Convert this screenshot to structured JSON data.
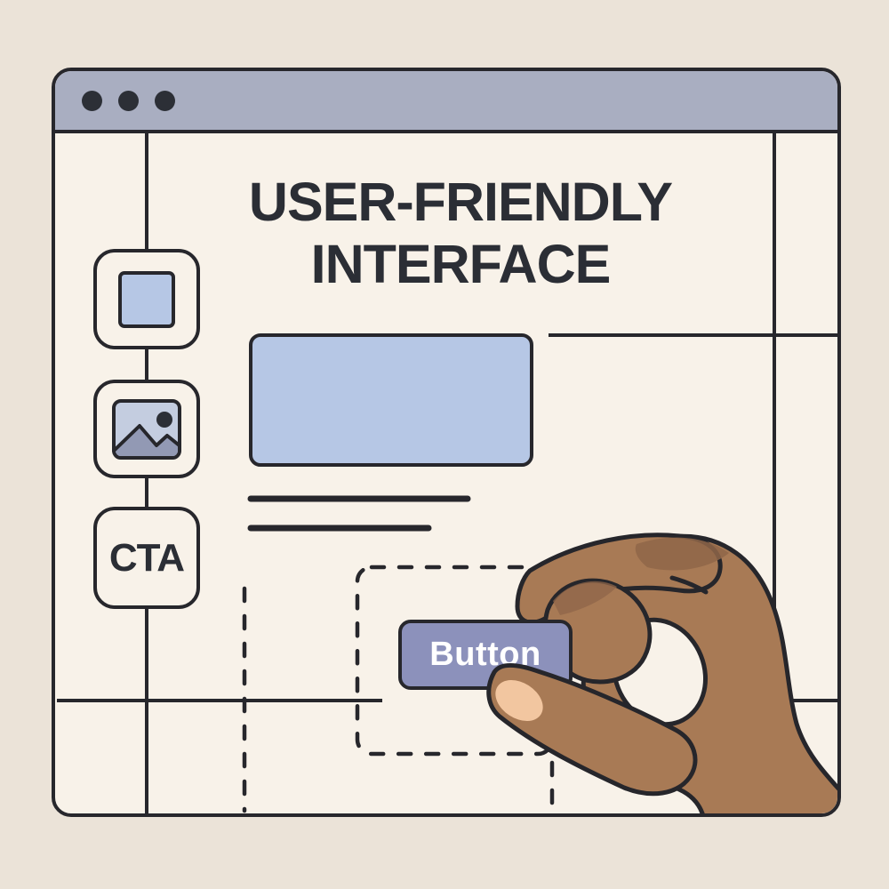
{
  "title": {
    "line1": "USER-FRIENDLY",
    "line2": "INTERFACE"
  },
  "topbar": {
    "dot_count": 3
  },
  "sidebar": {
    "items": [
      {
        "icon": "square-block-icon",
        "label": ""
      },
      {
        "icon": "image-icon",
        "label": ""
      },
      {
        "icon": null,
        "label": "CTA"
      }
    ]
  },
  "content": {
    "hero": "image-placeholder",
    "text_line_count": 2,
    "drop_zone": "dashed-rectangle",
    "button_label": "Button"
  },
  "colors": {
    "page_background": "#ebe3d8",
    "window_background": "#f8f2e9",
    "outline": "#27272c",
    "topbar": "#a9aec1",
    "accent_blue": "#b6c7e5",
    "image_icon_bg": "#c4cde0",
    "image_icon_accent": "#9299b4",
    "button_purple": "#8c91bb",
    "title_text": "#2b2e35",
    "button_text": "#ffffff",
    "skin": "#a87a55",
    "skin_shade": "#8f6649",
    "thumb_nail": "#f2c6a0"
  }
}
